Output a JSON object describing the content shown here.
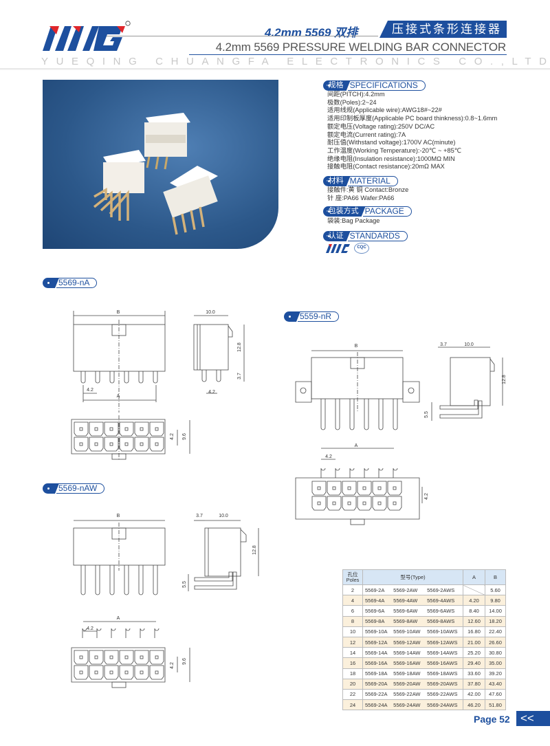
{
  "header": {
    "logo_text": "AWG",
    "title_cn_left": "4.2mm  5569 双排",
    "title_cn_right": "压接式条形连接器",
    "subtitle": "4.2mm 5569 PRESSURE WELDING  BAR CONNECTOR",
    "company": "YUEQING CHUANGFA ELECTRONICS CO.,LTD."
  },
  "specs": {
    "specifications": {
      "cn": "·规格",
      "en": "SPECIFICATIONS",
      "lines": [
        "间距(PITCH):4.2mm",
        "极数(Poles):2~24",
        "适用线规(Applicable wire):AWG18#~22#",
        "适用印制板厚度(Applicable PC board thinkness):0.8~1.6mm",
        "额定电压(Voltage rating):250V DC/AC",
        "额定电流(Current rating):7A",
        "耐压值(Withstand voltage):1700V AC(minute)",
        "工作温度(Working Temperature):-20℃ ~ +85℃",
        "绝缘电阻(Insulation resistance):1000MΩ MIN",
        "接触电阻(Contact resistance):20mΩ MAX"
      ]
    },
    "material": {
      "cn": "·材料",
      "en": "MATERIAL",
      "lines": [
        "接触件:黄  铜 Contact:Bronze",
        "针  座:PA66  Wafer:PA66"
      ]
    },
    "package": {
      "cn": "·包装方式",
      "en": "PACKAGE",
      "lines": [
        "袋装:Bag Package"
      ]
    },
    "standards": {
      "cn": "·认证",
      "en": "STANDARDS",
      "logos": [
        "AWG",
        "CQC"
      ]
    }
  },
  "sections": {
    "nA": "5569-nA",
    "nR": "5559-nR",
    "nAW": "5569-nAW"
  },
  "dims": {
    "B": "B",
    "A": "A",
    "w10": "10.0",
    "h128": "12.8",
    "p37": "3.7",
    "pitch": "4.2",
    "h96": "9.6",
    "h55": "5.5"
  },
  "table": {
    "headers": {
      "poles": "孔位\nPoles",
      "type": "型号(Type)",
      "A": "A",
      "B": "B"
    },
    "rows": [
      [
        "2",
        "5569-2A",
        "5569-2AW",
        "5569-2AWS",
        "",
        "5.60"
      ],
      [
        "4",
        "5569-4A",
        "5569-4AW",
        "5569-4AWS",
        "4.20",
        "9.80"
      ],
      [
        "6",
        "5569-6A",
        "5569-6AW",
        "5569-6AWS",
        "8.40",
        "14.00"
      ],
      [
        "8",
        "5569-8A",
        "5569-8AW",
        "5569-8AWS",
        "12.60",
        "18.20"
      ],
      [
        "10",
        "5569-10A",
        "5569-10AW",
        "5569-10AWS",
        "16.80",
        "22.40"
      ],
      [
        "12",
        "5569-12A",
        "5569-12AW",
        "5569-12AWS",
        "21.00",
        "26.60"
      ],
      [
        "14",
        "5569-14A",
        "5569-14AW",
        "5569-14AWS",
        "25.20",
        "30.80"
      ],
      [
        "16",
        "5569-16A",
        "5569-16AW",
        "5569-16AWS",
        "29.40",
        "35.00"
      ],
      [
        "18",
        "5569-18A",
        "5569-18AW",
        "5569-18AWS",
        "33.60",
        "39.20"
      ],
      [
        "20",
        "5569-20A",
        "5569-20AW",
        "5569-20AWS",
        "37.80",
        "43.40"
      ],
      [
        "22",
        "5569-22A",
        "5569-22AW",
        "5569-22AWS",
        "42.00",
        "47.60"
      ],
      [
        "24",
        "5569-24A",
        "5569-24AW",
        "5569-24AWS",
        "46.20",
        "51.80"
      ]
    ]
  },
  "footer": {
    "page_label": "Page",
    "page_number": "52",
    "nav": "<<"
  },
  "colors": {
    "brand_blue": "#1d4f9e",
    "brand_red": "#e0262b",
    "row_alt": "#fbf0dc",
    "header_bg": "#d7e6f5"
  }
}
